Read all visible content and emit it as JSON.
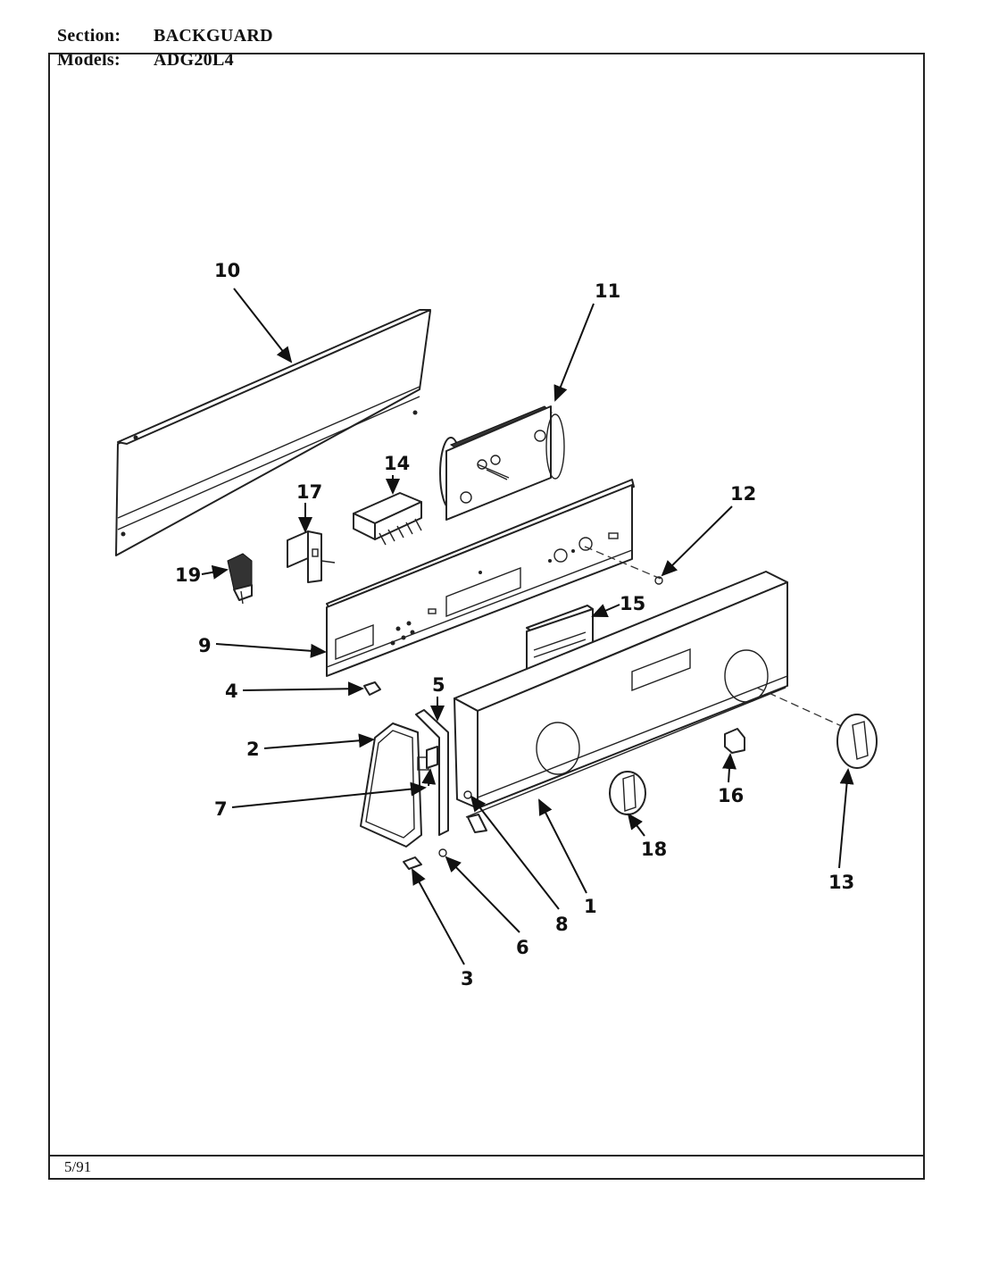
{
  "header": {
    "section_label": "Section:",
    "section_value": "BACKGUARD",
    "models_label": "Models:",
    "models_value": "ADG20L4"
  },
  "footer": {
    "date": "5/91"
  },
  "callouts": {
    "c10": "10",
    "c11": "11",
    "c14": "14",
    "c17": "17",
    "c12": "12",
    "c19": "19",
    "c9": "9",
    "c15": "15",
    "c5": "5",
    "c4": "4",
    "c2": "2",
    "c7": "7",
    "c16": "16",
    "c18": "18",
    "c13": "13",
    "c1": "1",
    "c8": "8",
    "c6": "6",
    "c3": "3"
  }
}
